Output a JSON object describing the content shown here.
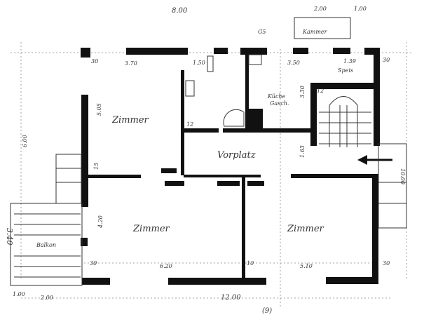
{
  "plan": {
    "rooms": {
      "zimmer_top_left": "Zimmer",
      "kueche": "Küche",
      "kueche_sub": "Gasch.",
      "speis": "Speis",
      "vorplatz": "Vorplatz",
      "zimmer_bottom_left": "Zimmer",
      "zimmer_bottom_right": "Zimmer",
      "balkon": "Balkon",
      "kammer": "Kammer"
    },
    "dimensions": {
      "top_total": "8.00",
      "top_right_a": "2.00",
      "top_right_b": "1.00",
      "wall_tl": "30",
      "zimmer_width": "3.70",
      "bath_width": "1.50",
      "kitchen_width": "3.50",
      "speis_width": "1.39",
      "wall_tr": "30",
      "zimmer_depth": "5.05",
      "kitchen_depth": "3.30",
      "stair_wall": "12",
      "vorplatz_depth": "1.63",
      "wall_mid": "15",
      "left_total": "6.00",
      "right_total": "10.00",
      "balkon_depth": "3.40",
      "bottom_depth": "4.20",
      "bottom_left_width": "6.20",
      "partition": "10",
      "bottom_right_width": "5.10",
      "wall_br": "30",
      "wall_bl": "30",
      "bottom_total": "12.00",
      "balkon_a": "1.00",
      "balkon_b": "2.00",
      "axis_mark": "(9)",
      "north_mark": "G5",
      "wall_misc": "12"
    }
  }
}
